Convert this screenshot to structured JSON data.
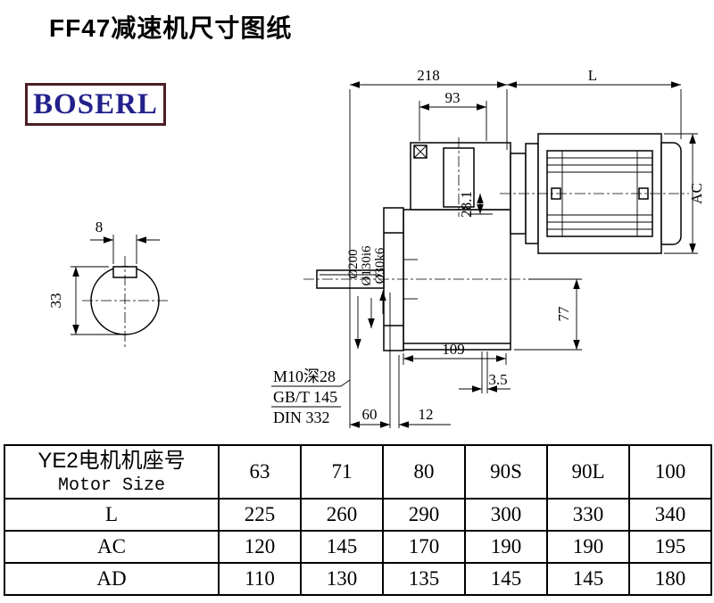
{
  "page": {
    "title": "FF47减速机尺寸图纸"
  },
  "logo": {
    "text": "BOSERL",
    "text_color": "#22218c",
    "border_color": "#4b1f24"
  },
  "drawing": {
    "dims": {
      "width_218": "218",
      "length_L": "L",
      "width_93": "93",
      "height_AC": "AC",
      "key_width_8": "8",
      "key_height_33": "33",
      "flange_dia_200": "Ø200",
      "spigot_dia_130": "Ø130i6",
      "shaft_dia_30": "Ø30k6",
      "offset_28_1": "28.1",
      "height_77": "77",
      "width_109": "109",
      "gap_3_5": "3.5",
      "shaft_len_60": "60",
      "step_12": "12"
    },
    "notes": {
      "tap": "M10深28",
      "std1": "GB/T 145",
      "std2": "DIN 332"
    }
  },
  "table": {
    "header": {
      "line1": "YE2电机机座号",
      "line2": "Motor Size"
    },
    "columns": [
      "63",
      "71",
      "80",
      "90S",
      "90L",
      "100"
    ],
    "rows": [
      {
        "label": "L",
        "values": [
          "225",
          "260",
          "290",
          "300",
          "330",
          "340"
        ]
      },
      {
        "label": "AC",
        "values": [
          "120",
          "145",
          "170",
          "190",
          "190",
          "195"
        ]
      },
      {
        "label": "AD",
        "values": [
          "110",
          "130",
          "135",
          "145",
          "145",
          "180"
        ]
      }
    ]
  }
}
